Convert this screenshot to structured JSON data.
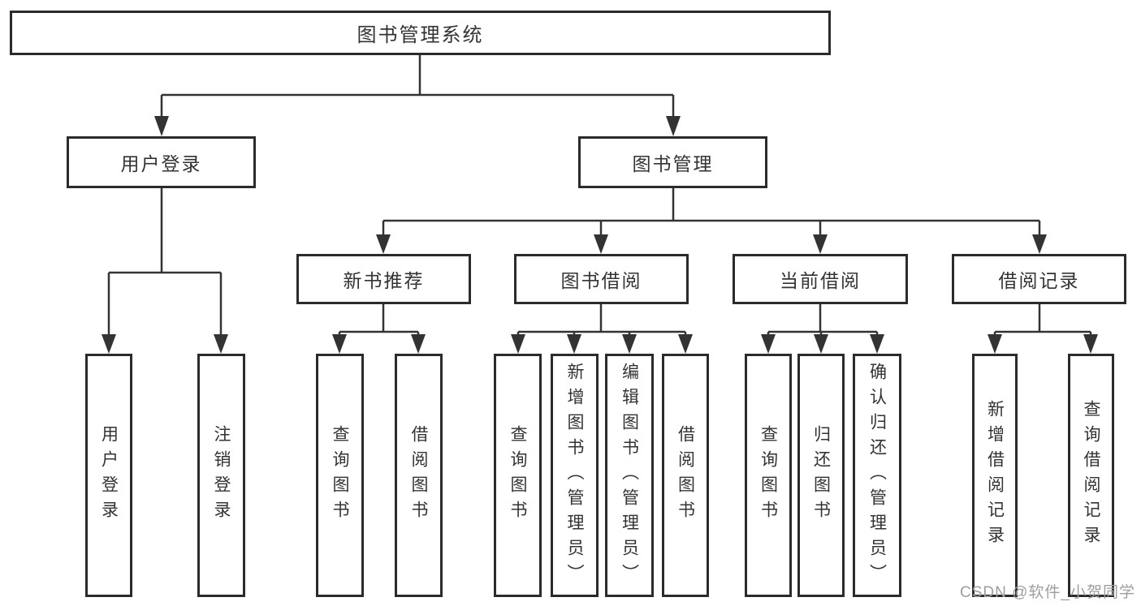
{
  "diagram": {
    "root": {
      "label": "图书管理系统"
    },
    "level2": {
      "user_login": {
        "label": "用户登录"
      },
      "book_management": {
        "label": "图书管理"
      }
    },
    "level3": [
      {
        "label": "新书推荐"
      },
      {
        "label": "图书借阅"
      },
      {
        "label": "当前借阅"
      },
      {
        "label": "借阅记录"
      }
    ],
    "leaves": [
      {
        "label": "用户登录"
      },
      {
        "label": "注销登录"
      },
      {
        "label": "查询图书"
      },
      {
        "label": "借阅图书"
      },
      {
        "label": "查询图书"
      },
      {
        "label": "新增图书（管理员）"
      },
      {
        "label": "编辑图书（管理员）"
      },
      {
        "label": "借阅图书"
      },
      {
        "label": "查询图书"
      },
      {
        "label": "归还图书"
      },
      {
        "label": "确认归还（管理员）"
      },
      {
        "label": "新增借阅记录"
      },
      {
        "label": "查询借阅记录"
      }
    ],
    "colors": {
      "line": "#333333",
      "border": "#2b2b2b",
      "fill": "#ffffff",
      "text": "#333333",
      "watermark": "#9e9e9e"
    }
  },
  "watermark": {
    "text": "CSDN @软件_小贺同学"
  }
}
